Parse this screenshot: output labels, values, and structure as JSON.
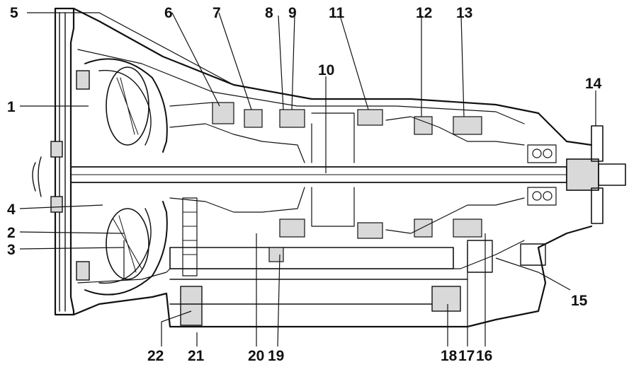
{
  "figure": {
    "callouts": [
      "1",
      "2",
      "3",
      "4",
      "5",
      "6",
      "7",
      "8",
      "9",
      "10",
      "11",
      "12",
      "13",
      "14",
      "15",
      "16",
      "17",
      "18",
      "19",
      "20",
      "21",
      "22"
    ]
  }
}
